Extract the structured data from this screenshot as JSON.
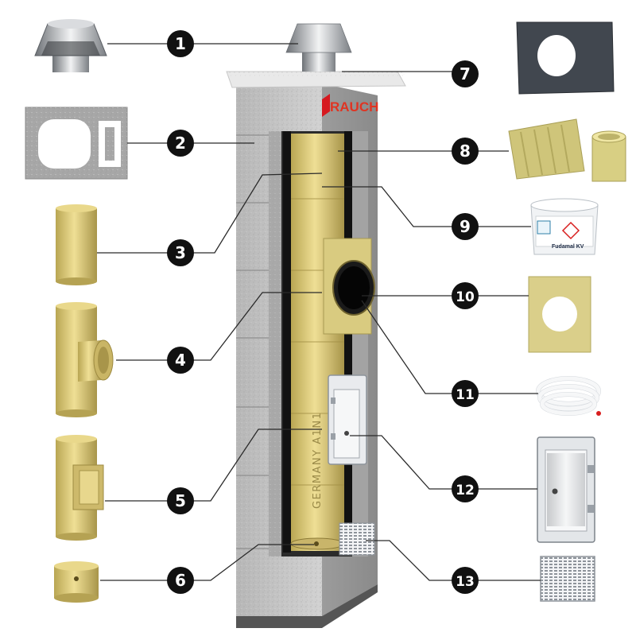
{
  "brand": {
    "logo_text": "RAUCH",
    "logo_color": "#d6181f"
  },
  "liner_stamp": "GERMANY A1N1",
  "bucket_label": "Fudamal KV",
  "callouts": [
    {
      "number": "1"
    },
    {
      "number": "2"
    },
    {
      "number": "3"
    },
    {
      "number": "4"
    },
    {
      "number": "5"
    },
    {
      "number": "6"
    },
    {
      "number": "7"
    },
    {
      "number": "8"
    },
    {
      "number": "9"
    },
    {
      "number": "10"
    },
    {
      "number": "11"
    },
    {
      "number": "12"
    },
    {
      "number": "13"
    }
  ],
  "colors": {
    "badge": "#111111",
    "ceramic": "#d9c576",
    "block": "#bfbfbf",
    "mineral_wool": "#d6cf86",
    "steel": "#c9ccd0"
  }
}
